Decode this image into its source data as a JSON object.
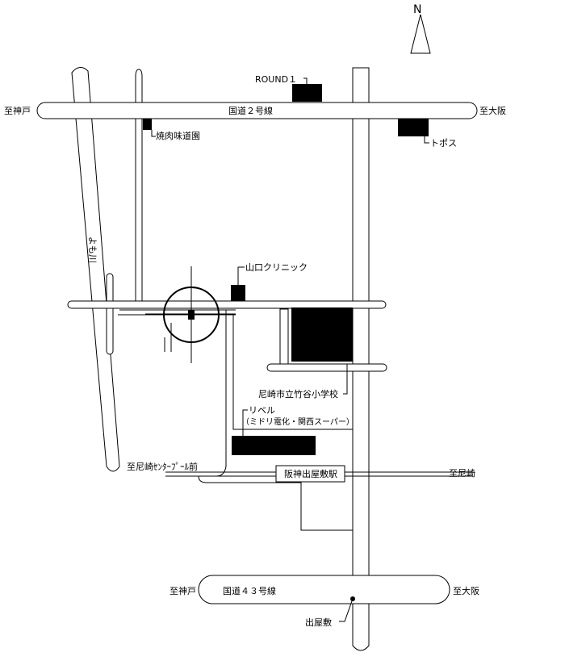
{
  "north_label": "N",
  "roads": {
    "route2": {
      "name": "国道２号線",
      "west": "至神戸",
      "east": "至大阪"
    },
    "route43": {
      "name": "国道４３号線",
      "west": "至神戸",
      "east": "至大阪"
    },
    "river": "よも川",
    "bus_stop_dir": "至尼崎ｾﾝﾀｰﾌﾟｰﾙ前",
    "rail_east": "至尼崎"
  },
  "landmarks": {
    "round1": "ROUND１",
    "tobos": "トポス",
    "yakiniku": "焼肉味道園",
    "clinic": "山口クリニック",
    "school": "尼崎市立竹谷小学校",
    "ribel": "リベル",
    "ribel_sub": "（ミドリ電化・関西スーパー）",
    "station": "阪神出屋敷駅",
    "deyashiki": "出屋敷"
  }
}
